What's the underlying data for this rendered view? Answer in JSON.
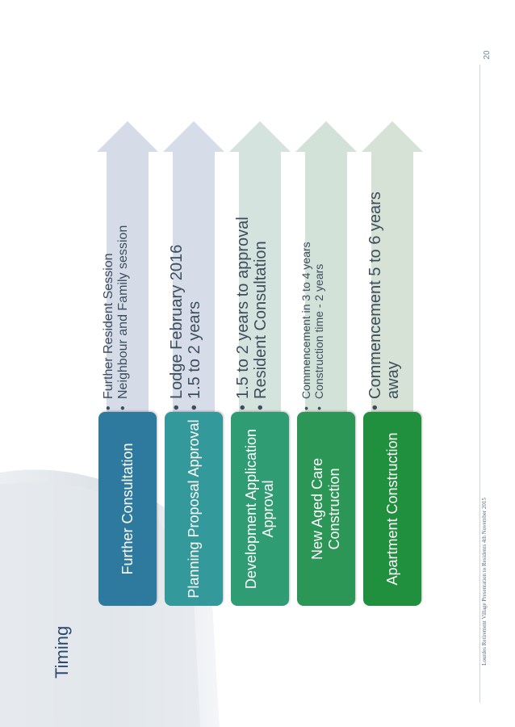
{
  "title": "Timing",
  "page_number": "20",
  "footer": "Lourdes Retirement Village Presentation to Residents 4th November 2015",
  "colors": {
    "title": "#2c4a6e",
    "text": "#3d4d5c"
  },
  "stages": [
    {
      "label": "Further Consultation",
      "box_color": "#2e7a9e",
      "arrow_color": "#d6dbe8",
      "bullets": [
        "Further Resident Session",
        "Neighbour and Family session"
      ],
      "font_size": 16
    },
    {
      "label": "Planning Proposal Approval",
      "box_color": "#34999b",
      "arrow_color": "#d6dce8",
      "bullets": [
        "Lodge February 2016",
        "1.5 to 2 years"
      ],
      "font_size": 20
    },
    {
      "label": "Development Application Approval",
      "box_color": "#2f9c73",
      "arrow_color": "#d4e3dd",
      "bullets": [
        "1.5 to 2 years to approval",
        "Resident Consultation"
      ],
      "font_size": 20
    },
    {
      "label": "New Aged Care Construction",
      "box_color": "#2b9656",
      "arrow_color": "#d3e2d8",
      "bullets": [
        "Commencement in 3 to 4 years",
        "Construction time - 2 years"
      ],
      "font_size": 14
    },
    {
      "label": "Apartment Construction",
      "box_color": "#208f3e",
      "arrow_color": "#d5e2d5",
      "bullets": [
        "Commencement 5 to 6 years away"
      ],
      "font_size": 20
    }
  ]
}
